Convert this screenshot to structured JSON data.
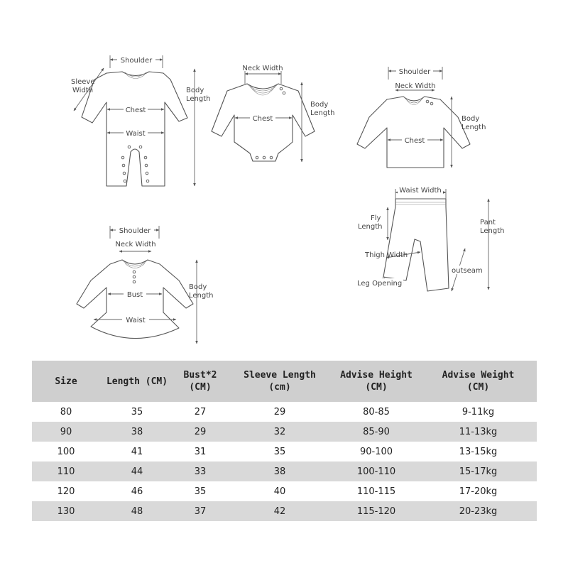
{
  "diagrams": {
    "romper": {
      "shoulder": "Shoulder",
      "sleeve_1": "Sleeve",
      "sleeve_2": "Width",
      "body_1": "Body",
      "body_2": "Length",
      "chest": "Chest",
      "waist": "Waist"
    },
    "bodysuit": {
      "neck": "Neck Width",
      "chest": "Chest",
      "body_1": "Body",
      "body_2": "Length"
    },
    "top": {
      "shoulder": "Shoulder",
      "neck": "Neck Width",
      "body_1": "Body",
      "body_2": "Length",
      "chest": "Chest"
    },
    "pants": {
      "waist": "Waist Width",
      "fly_1": "Fly",
      "fly_2": "Length",
      "pant_1": "Pant",
      "pant_2": "Length",
      "thigh": "Thigh Width",
      "outseam": "outseam",
      "leg": "Leg Opening"
    },
    "dress": {
      "shoulder": "Shoulder",
      "neck": "Neck Width",
      "body_1": "Body",
      "body_2": "Length",
      "bust": "Bust",
      "waist": "Waist"
    }
  },
  "size_table": {
    "headers": [
      {
        "line1": "Size",
        "line2": ""
      },
      {
        "line1": "Length (CM)",
        "line2": ""
      },
      {
        "line1": "Bust*2",
        "line2": "(CM)"
      },
      {
        "line1": "Sleeve Length",
        "line2": "(cm)"
      },
      {
        "line1": "Advise Height",
        "line2": "(CM)"
      },
      {
        "line1": "Advise Weight",
        "line2": "(CM)"
      }
    ],
    "rows": [
      [
        "80",
        "35",
        "27",
        "29",
        "80-85",
        "9-11kg"
      ],
      [
        "90",
        "38",
        "29",
        "32",
        "85-90",
        "11-13kg"
      ],
      [
        "100",
        "41",
        "31",
        "35",
        "90-100",
        "13-15kg"
      ],
      [
        "110",
        "44",
        "33",
        "38",
        "100-110",
        "15-17kg"
      ],
      [
        "120",
        "46",
        "35",
        "40",
        "110-115",
        "17-20kg"
      ],
      [
        "130",
        "48",
        "37",
        "42",
        "115-120",
        "20-23kg"
      ]
    ]
  }
}
